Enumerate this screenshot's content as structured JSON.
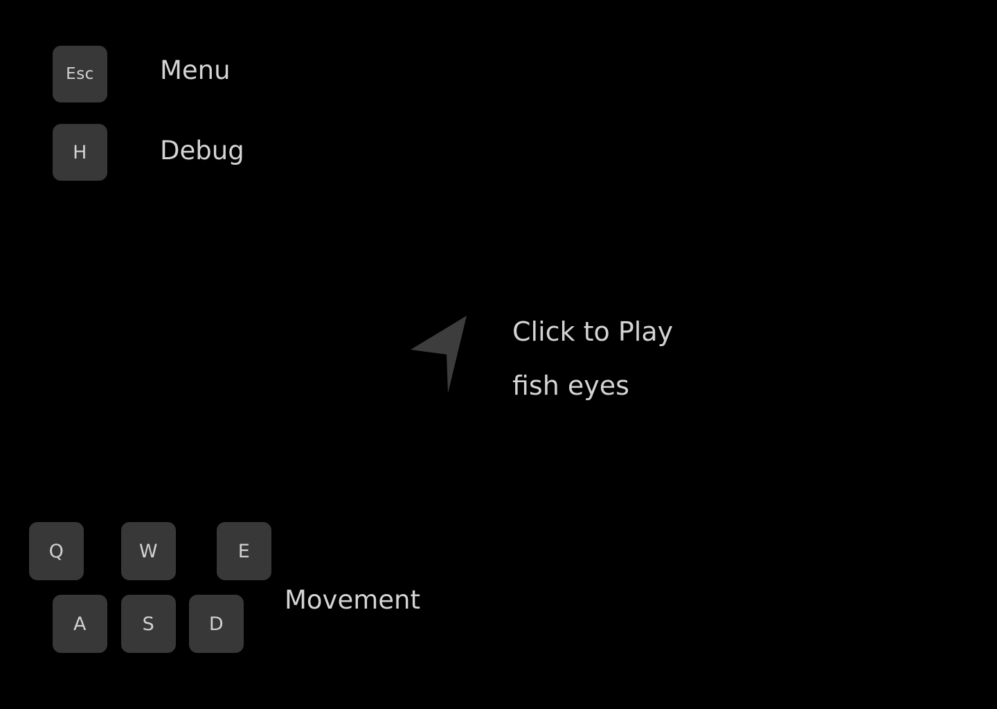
{
  "screen": {
    "background_color": "#000000",
    "surface_color": "#383838",
    "text_color": "#d4d4d4",
    "key_text_color": "#d2d2d2",
    "cursor_color": "#3d3d3d"
  },
  "controls": {
    "bindings": [
      {
        "key": "Esc",
        "label": "Menu"
      },
      {
        "key": "H",
        "label": "Debug"
      }
    ],
    "movement": {
      "label": "Movement",
      "row_top": [
        "Q",
        "W",
        "E"
      ],
      "row_bottom": [
        "A",
        "S",
        "D"
      ]
    }
  },
  "play_prompt": {
    "cursor_icon": "cursor-arrow-icon",
    "line1": "Click to Play",
    "line2": "fish eyes"
  }
}
